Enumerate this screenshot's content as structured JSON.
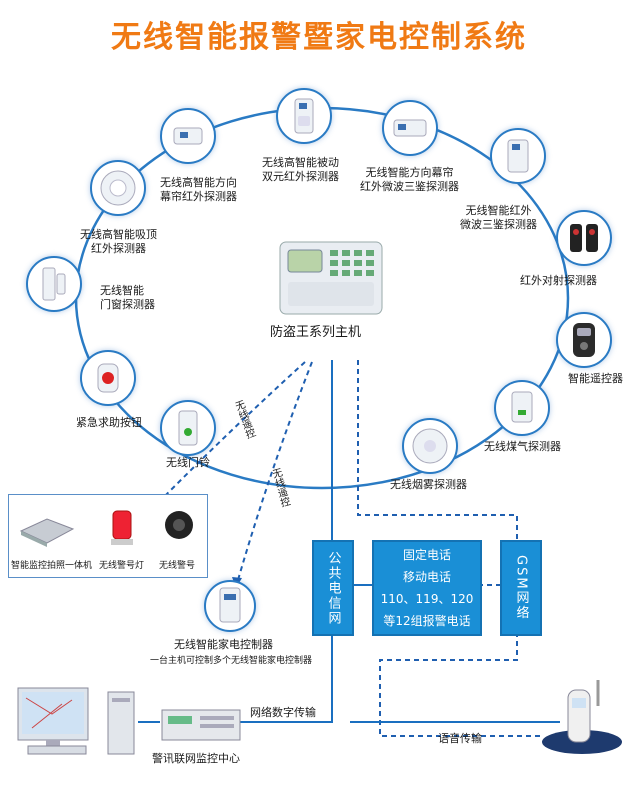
{
  "title": "无线智能报警暨家电控制系统",
  "host": {
    "label": "防盗王系列主机"
  },
  "ring_devices": [
    {
      "id": "pir_ceiling",
      "label_line1": "无线高智能吸顶",
      "label_line2": "红外探测器"
    },
    {
      "id": "curtain_pir",
      "label_line1": "无线高智能方向",
      "label_line2": "幕帘红外探测器"
    },
    {
      "id": "passive_pir",
      "label_line1": "无线高智能被动",
      "label_line2": "双元红外探测器"
    },
    {
      "id": "triple_curtain",
      "label_line1": "无线智能方向幕帘",
      "label_line2": "红外微波三鉴探测器"
    },
    {
      "id": "triple_ir_mw",
      "label_line1": "无线智能红外",
      "label_line2": "微波三鉴探测器"
    },
    {
      "id": "beam",
      "label_line1": "红外对射探测器",
      "label_line2": ""
    },
    {
      "id": "remote",
      "label_line1": "智能遥控器",
      "label_line2": ""
    },
    {
      "id": "gas",
      "label_line1": "无线煤气探测器",
      "label_line2": ""
    },
    {
      "id": "smoke",
      "label_line1": "无线烟雾探测器",
      "label_line2": ""
    },
    {
      "id": "doorbell",
      "label_line1": "无线门铃",
      "label_line2": ""
    },
    {
      "id": "panic",
      "label_line1": "紧急求助按钮",
      "label_line2": ""
    },
    {
      "id": "door_window",
      "label_line1": "无线智能",
      "label_line2": "门窗探测器"
    }
  ],
  "wireless_remote_1": "无线遥控",
  "wireless_remote_2": "无线遥控",
  "peripherals": [
    {
      "label": "智能监控拍照一体机"
    },
    {
      "label": "无线警号灯"
    },
    {
      "label": "无线警号"
    }
  ],
  "appliance_controller": {
    "label": "无线智能家电控制器",
    "sub": "一台主机可控制多个无线智能家电控制器"
  },
  "network": {
    "public_telecom": "公共电信网",
    "gsm": "GSM网络",
    "phones": [
      "固定电话",
      "移动电话",
      "110、119、120",
      "等12组报警电话"
    ]
  },
  "monitor_center": "警讯联网监控中心",
  "net_digital": "网络数字传输",
  "voice": "语音传输",
  "colors": {
    "title": "#f07a14",
    "ring": "#2a7bc4",
    "box": "#1a8fd6",
    "dashed": "#1f5fb0"
  }
}
